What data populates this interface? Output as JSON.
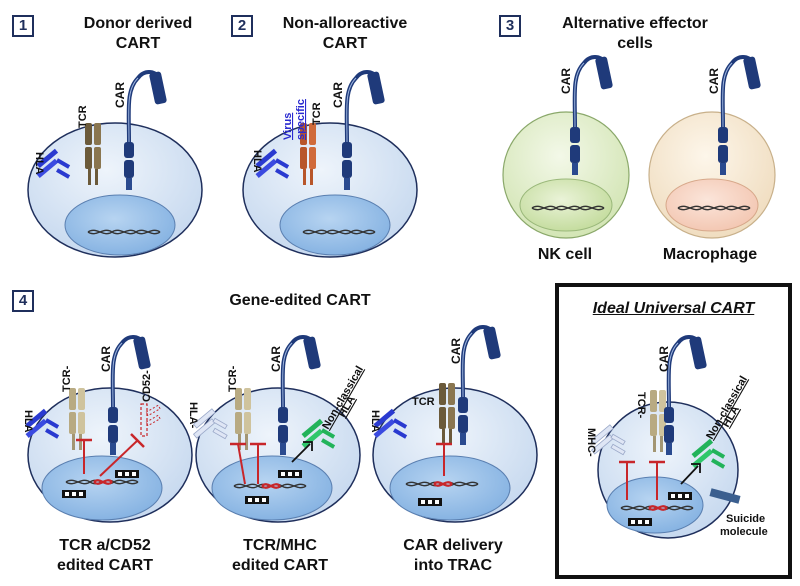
{
  "panel1": {
    "number": "1",
    "title": "Donor derived\nCART",
    "tcr": "TCR",
    "car": "CAR",
    "hla": "HLA"
  },
  "panel2": {
    "number": "2",
    "title": "Non-alloreactive\nCART",
    "tcr": "TCR",
    "car": "CAR",
    "hla": "HLA",
    "virus": "Virus\nspecific"
  },
  "panel3": {
    "number": "3",
    "title": "Alternative effector\ncells",
    "car_a": "CAR",
    "car_b": "CAR",
    "nk": "NK cell",
    "mac": "Macrophage"
  },
  "panel4": {
    "number": "4",
    "title": "Gene-edited CART",
    "c1": {
      "hla": "HLA",
      "tcr": "TCR-",
      "car": "CAR",
      "cd52": "CD52-",
      "caption": "TCR a/CD52\nedited CART"
    },
    "c2": {
      "hla": "HLA-",
      "tcr": "TCR-",
      "car": "CAR",
      "ncl": "Non-classical\nHLA",
      "caption": "TCR/MHC\nedited CART"
    },
    "c3": {
      "hla": "HLA",
      "tcr": "TCR",
      "car": "CAR",
      "caption": "CAR delivery\ninto TRAC"
    }
  },
  "ideal": {
    "title": "Ideal Universal CART",
    "mhc": "MHC-",
    "tcr": "TCR-",
    "car": "CAR",
    "ncl": "Non-classical\nHLA",
    "suicide": "Suicide\nmolecule"
  },
  "colors": {
    "cell": "#d6e4f3",
    "nucleus": "#9ec3ea",
    "car": "#1f3a7a",
    "tcr": "#6b5a3a",
    "hla": "#2a3ad0",
    "red": "#c8262a",
    "green": "#22b35a",
    "nk": "#dbe9c2",
    "mac": "#f3e2c8"
  }
}
